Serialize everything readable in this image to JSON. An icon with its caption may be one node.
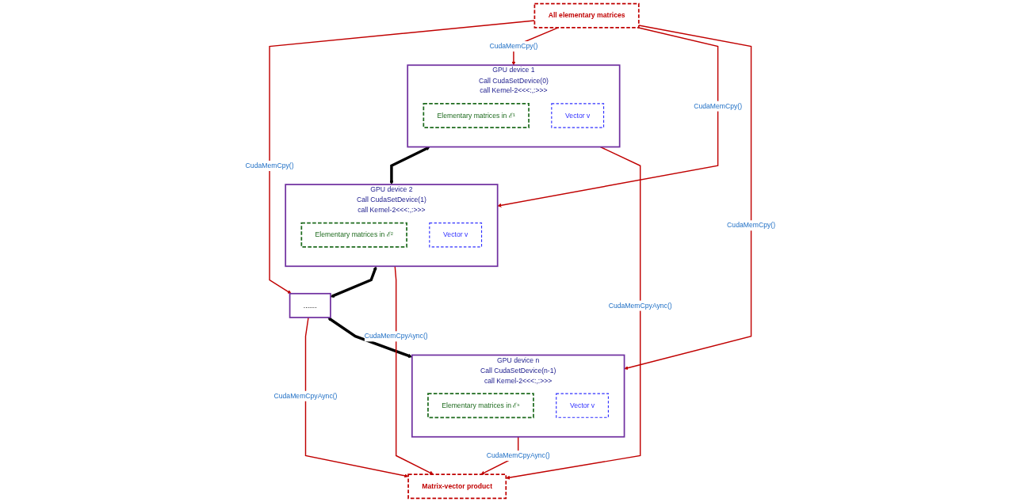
{
  "diagram": {
    "nodes": [
      {
        "text": [
          "All elementary matrices"
        ]
      },
      {
        "text": [
          "GPU device 1",
          "Call CudaSetDevice(0)",
          "call Kernel-2<<<:,:>>>"
        ]
      },
      {
        "text": [
          "Elementary matrices in ℰ¹"
        ],
        "in": 1
      },
      {
        "text": [
          "Vector v"
        ],
        "in": 1
      },
      {
        "text": [
          "GPU device 2",
          "Call CudaSetDevice(1)",
          "call Kernel-2<<<:,:>>>"
        ]
      },
      {
        "text": [
          "Elementary matrices in ℰ²"
        ],
        "in": 4
      },
      {
        "text": [
          "Vector v"
        ],
        "in": 4
      },
      {
        "text": [
          "......."
        ]
      },
      {
        "text": [
          "GPU device n",
          "Call CudaSetDevice(n-1)",
          "call Kernel-2<<<:,:>>>"
        ]
      },
      {
        "text": [
          "Elementary matrices in ℰⁿ"
        ],
        "in": 8
      },
      {
        "text": [
          "Vector v"
        ],
        "in": 8
      },
      {
        "text": [
          "Matrix-vector product"
        ]
      }
    ],
    "edges": [
      {
        "from": 0,
        "to": 1,
        "arrow": "to",
        "label": "CudaMemCpy()"
      },
      {
        "from": 0,
        "to": 4,
        "arrow": "to",
        "label": "CudaMemCpy()"
      },
      {
        "from": 0,
        "to": 7,
        "arrow": "to",
        "label": "CudaMemCpy()"
      },
      {
        "from": 0,
        "to": 8,
        "arrow": "to",
        "label": "CudaMemCpy()"
      },
      {
        "from": 1,
        "to": 4,
        "arrow": "both",
        "style": "thick",
        "color": "#000000"
      },
      {
        "from": 4,
        "to": 7,
        "arrow": "both",
        "style": "thick",
        "color": "#000000"
      },
      {
        "from": 7,
        "to": 8,
        "arrow": "both",
        "style": "thick",
        "color": "#000000"
      },
      {
        "from": 1,
        "to": 11,
        "arrow": "to",
        "label": "CudaMemCpyAync()"
      },
      {
        "from": 4,
        "to": 11,
        "arrow": "to",
        "label": "CudaMemCpyAync()"
      },
      {
        "from": 7,
        "to": 11,
        "arrow": "to",
        "label": "CudaMemCpyAync()"
      },
      {
        "from": 8,
        "to": 11,
        "arrow": "to",
        "label": "CudaMemCpyAync()"
      }
    ]
  }
}
